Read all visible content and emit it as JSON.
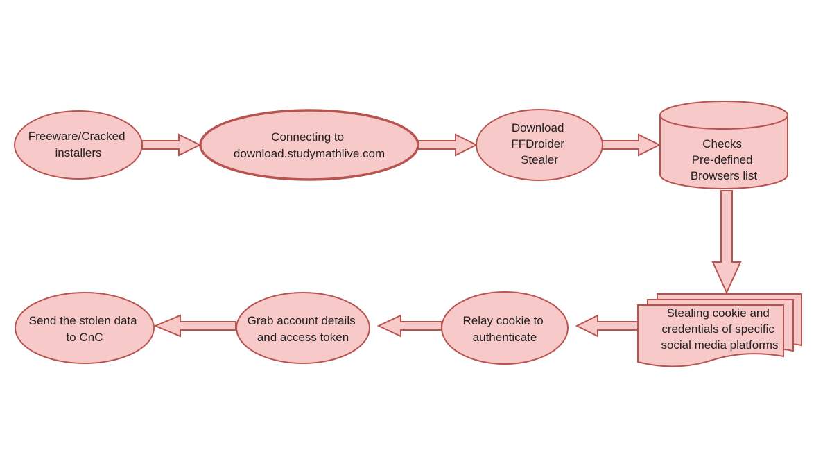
{
  "colors": {
    "node_fill": "#f8c9c9",
    "node_stroke": "#b85450",
    "text": "#222222",
    "background": "#ffffff"
  },
  "nodes": {
    "freeware": {
      "shape": "ellipse",
      "lines": [
        "Freeware/Cracked",
        "installers"
      ]
    },
    "connecting": {
      "shape": "ellipse-bold",
      "lines": [
        "Connecting to",
        "download.studymathlive.com"
      ]
    },
    "download": {
      "shape": "ellipse",
      "lines": [
        "Download",
        "FFDroider",
        "Stealer"
      ]
    },
    "checks": {
      "shape": "cylinder",
      "lines": [
        "Checks",
        "Pre-defined",
        "Browsers list"
      ]
    },
    "stealing": {
      "shape": "multi-document",
      "lines": [
        "Stealing cookie and",
        "credentials of specific",
        "social media platforms"
      ]
    },
    "relay": {
      "shape": "ellipse",
      "lines": [
        "Relay cookie to",
        "authenticate"
      ]
    },
    "grab": {
      "shape": "ellipse",
      "lines": [
        "Grab account details",
        "and access token"
      ]
    },
    "send": {
      "shape": "ellipse",
      "lines": [
        "Send the stolen data",
        "to CnC"
      ]
    }
  },
  "edges": [
    {
      "from": "freeware",
      "to": "connecting",
      "style": "block-arrow"
    },
    {
      "from": "connecting",
      "to": "download",
      "style": "block-arrow"
    },
    {
      "from": "download",
      "to": "checks",
      "style": "block-arrow"
    },
    {
      "from": "checks",
      "to": "stealing",
      "style": "block-arrow"
    },
    {
      "from": "stealing",
      "to": "relay",
      "style": "block-arrow"
    },
    {
      "from": "relay",
      "to": "grab",
      "style": "block-arrow"
    },
    {
      "from": "grab",
      "to": "send",
      "style": "block-arrow"
    }
  ]
}
